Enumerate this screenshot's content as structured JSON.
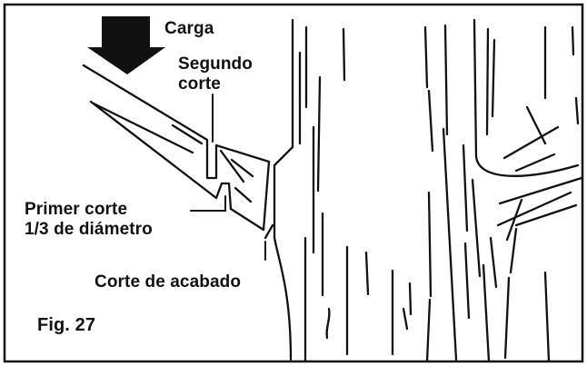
{
  "labels": {
    "carga": "Carga",
    "segundo_corte_line1": "Segundo",
    "segundo_corte_line2": "corte",
    "primer_corte_line1": "Primer corte",
    "primer_corte_line2": "1/3 de diámetro",
    "corte_acabado": "Corte de acabado",
    "figure_number": "Fig. 27"
  },
  "colors": {
    "ink": "#111111",
    "background": "#ffffff"
  },
  "icons": {
    "load_arrow": "down-arrow-icon"
  }
}
